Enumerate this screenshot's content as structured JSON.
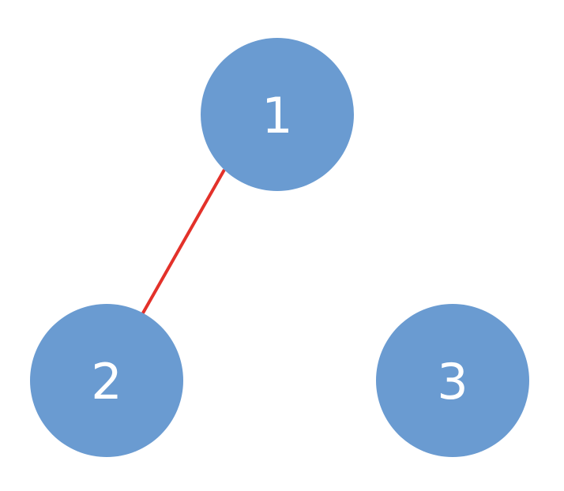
{
  "diagram": {
    "type": "graph",
    "node_color": "#6a9bd1",
    "edge_color": "#e3312a",
    "label_color": "#ffffff",
    "nodes": [
      {
        "id": "1",
        "label": "1"
      },
      {
        "id": "2",
        "label": "2"
      },
      {
        "id": "3",
        "label": "3"
      }
    ],
    "edges": [
      {
        "from": "1",
        "to": "2"
      }
    ]
  }
}
